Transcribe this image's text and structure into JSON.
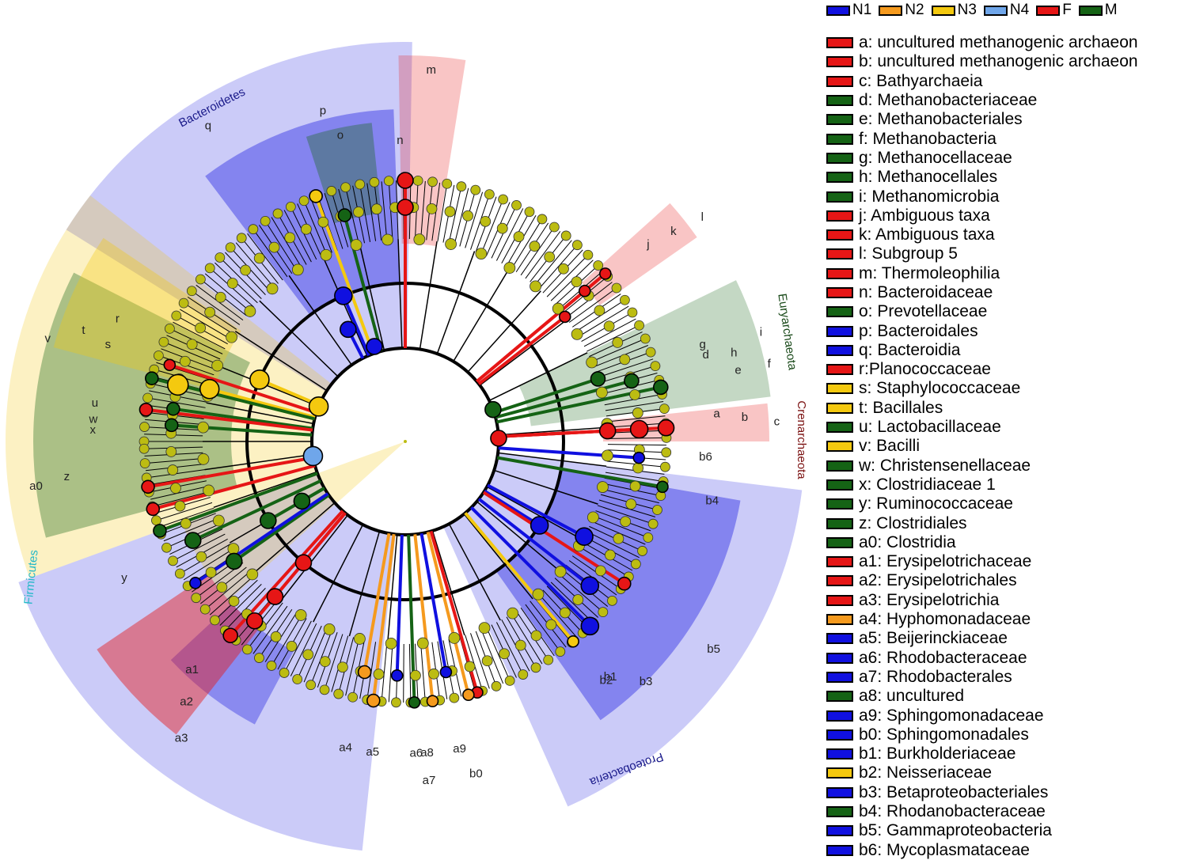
{
  "groups": [
    {
      "label": "N1",
      "color": "#1010e0"
    },
    {
      "label": "N2",
      "color": "#f59a1e"
    },
    {
      "label": "N3",
      "color": "#f4c90f"
    },
    {
      "label": "N4",
      "color": "#6fa6ea"
    },
    {
      "label": "F",
      "color": "#e61616"
    },
    {
      "label": "M",
      "color": "#156315"
    }
  ],
  "taxa": [
    {
      "label": "a: uncultured methanogenic archaeon",
      "group": "F"
    },
    {
      "label": "b: uncultured methanogenic archaeon",
      "group": "F"
    },
    {
      "label": "c: Bathyarchaeia",
      "group": "F"
    },
    {
      "label": "d: Methanobacteriaceae",
      "group": "M"
    },
    {
      "label": "e: Methanobacteriales",
      "group": "M"
    },
    {
      "label": "f: Methanobacteria",
      "group": "M"
    },
    {
      "label": "g: Methanocellaceae",
      "group": "M"
    },
    {
      "label": "h: Methanocellales",
      "group": "M"
    },
    {
      "label": "i: Methanomicrobia",
      "group": "M"
    },
    {
      "label": "j: Ambiguous taxa",
      "group": "F"
    },
    {
      "label": "k: Ambiguous taxa",
      "group": "F"
    },
    {
      "label": "l: Subgroup 5",
      "group": "F"
    },
    {
      "label": "m: Thermoleophilia",
      "group": "F"
    },
    {
      "label": "n: Bacteroidaceae",
      "group": "F"
    },
    {
      "label": "o: Prevotellaceae",
      "group": "M"
    },
    {
      "label": "p: Bacteroidales",
      "group": "N1"
    },
    {
      "label": "q: Bacteroidia",
      "group": "N1"
    },
    {
      "label": "r:Planococcaceae",
      "group": "F"
    },
    {
      "label": "s: Staphylococcaceae",
      "group": "N3"
    },
    {
      "label": "t: Bacillales",
      "group": "N3"
    },
    {
      "label": "u: Lactobacillaceae",
      "group": "M"
    },
    {
      "label": "v: Bacilli",
      "group": "N3"
    },
    {
      "label": "w: Christensenellaceae",
      "group": "M"
    },
    {
      "label": "x: Clostridiaceae 1",
      "group": "M"
    },
    {
      "label": "y: Ruminococcaceae",
      "group": "M"
    },
    {
      "label": "z: Clostridiales",
      "group": "M"
    },
    {
      "label": "a0: Clostridia",
      "group": "M"
    },
    {
      "label": "a1: Erysipelotrichaceae",
      "group": "F"
    },
    {
      "label": "a2: Erysipelotrichales",
      "group": "F"
    },
    {
      "label": "a3: Erysipelotrichia",
      "group": "F"
    },
    {
      "label": "a4: Hyphomonadaceae",
      "group": "N2"
    },
    {
      "label": "a5: Beijerinckiaceae",
      "group": "N1"
    },
    {
      "label": "a6: Rhodobacteraceae",
      "group": "N1"
    },
    {
      "label": "a7: Rhodobacterales",
      "group": "N1"
    },
    {
      "label": "a8: uncultured",
      "group": "M"
    },
    {
      "label": "a9: Sphingomonadaceae",
      "group": "N1"
    },
    {
      "label": "b0: Sphingomonadales",
      "group": "N1"
    },
    {
      "label": "b1: Burkholderiaceae",
      "group": "N1"
    },
    {
      "label": "b2: Neisseriaceae",
      "group": "N3"
    },
    {
      "label": "b3: Betaproteobacteriales",
      "group": "N1"
    },
    {
      "label": "b4: Rhodanobacteraceae",
      "group": "M"
    },
    {
      "label": "b5: Gammaproteobacteria",
      "group": "N1"
    },
    {
      "label": "b6: Mycoplasmataceae",
      "group": "N1"
    }
  ],
  "phyla": [
    {
      "label": "Bacteroidetes",
      "color": "#1a1a8a"
    },
    {
      "label": "Firmicutes",
      "color": "#22b8c8"
    },
    {
      "label": "Proteobacteria",
      "color": "#1a1a8a"
    },
    {
      "label": "Euryarchaeota",
      "color": "#1a4a1a"
    },
    {
      "label": "Crenarchaeota",
      "color": "#7a1010"
    }
  ],
  "clade_labels": [
    {
      "text": "q",
      "group": "N1",
      "level": 1
    },
    {
      "text": "p",
      "group": "N1",
      "level": 2
    },
    {
      "text": "o",
      "group": "M",
      "level": 3
    },
    {
      "text": "n",
      "group": "F",
      "level": 4
    },
    {
      "text": "m",
      "group": "F",
      "level": 1
    },
    {
      "text": "l",
      "group": "F",
      "level": 1
    },
    {
      "text": "k",
      "group": "F",
      "level": 2
    },
    {
      "text": "j",
      "group": "F",
      "level": 3
    },
    {
      "text": "i",
      "group": "M",
      "level": 1
    },
    {
      "text": "f",
      "group": "M",
      "level": 1
    },
    {
      "text": "h",
      "group": "M",
      "level": 2
    },
    {
      "text": "e",
      "group": "M",
      "level": 2
    },
    {
      "text": "g",
      "group": "M",
      "level": 3
    },
    {
      "text": "d",
      "group": "M",
      "level": 3
    },
    {
      "text": "a",
      "group": "F",
      "level": 3
    },
    {
      "text": "b",
      "group": "F",
      "level": 2
    },
    {
      "text": "c",
      "group": "F",
      "level": 1
    },
    {
      "text": "b6",
      "group": "N1",
      "level": 4
    },
    {
      "text": "b4",
      "group": "M",
      "level": 3
    },
    {
      "text": "b5",
      "group": "N1",
      "level": 1
    },
    {
      "text": "b3",
      "group": "N1",
      "level": 2
    },
    {
      "text": "b1",
      "group": "N1",
      "level": 3
    },
    {
      "text": "b2",
      "group": "N3",
      "level": 3
    },
    {
      "text": "b0",
      "group": "N1",
      "level": 2
    },
    {
      "text": "a9",
      "group": "N1",
      "level": 3
    },
    {
      "text": "a8",
      "group": "M",
      "level": 3
    },
    {
      "text": "a6",
      "group": "N1",
      "level": 3
    },
    {
      "text": "a7",
      "group": "N1",
      "level": 2
    },
    {
      "text": "a5",
      "group": "N1",
      "level": 3
    },
    {
      "text": "a4",
      "group": "N2",
      "level": 3
    },
    {
      "text": "a3",
      "group": "F",
      "level": 1
    },
    {
      "text": "a2",
      "group": "F",
      "level": 2
    },
    {
      "text": "a1",
      "group": "F",
      "level": 3
    },
    {
      "text": "a0",
      "group": "M",
      "level": 1
    },
    {
      "text": "z",
      "group": "M",
      "level": 2
    },
    {
      "text": "y",
      "group": "M",
      "level": 3
    },
    {
      "text": "x",
      "group": "M",
      "level": 3
    },
    {
      "text": "w",
      "group": "M",
      "level": 3
    },
    {
      "text": "u",
      "group": "M",
      "level": 3
    },
    {
      "text": "v",
      "group": "N3",
      "level": 1
    },
    {
      "text": "t",
      "group": "N3",
      "level": 2
    },
    {
      "text": "s",
      "group": "N3",
      "level": 3
    },
    {
      "text": "r",
      "group": "F",
      "level": 3
    }
  ]
}
